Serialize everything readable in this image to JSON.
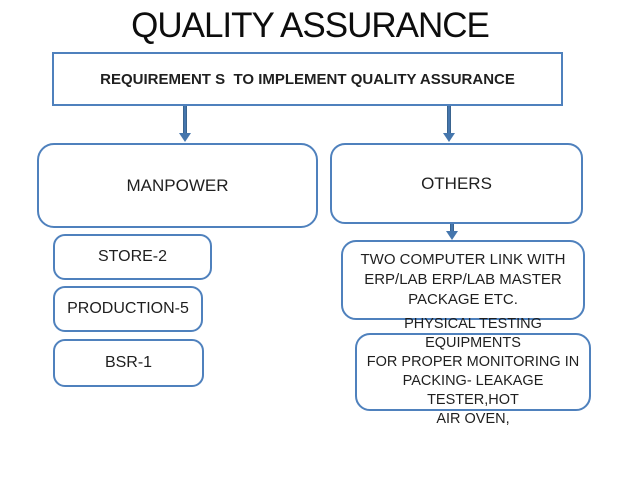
{
  "colors": {
    "accent_border": "#4f81bd",
    "connector": "#4576ad",
    "text": "#1f1f1f",
    "background": "#ffffff"
  },
  "title": "QUALITY ASSURANCE",
  "root_box": {
    "label": "REQUIREMENT S  TO IMPLEMENT QUALITY ASSURANCE"
  },
  "branch_left": {
    "label": "MANPOWER",
    "items": [
      {
        "label": "STORE-2"
      },
      {
        "label": "PRODUCTION-5"
      },
      {
        "label": "BSR-1"
      }
    ]
  },
  "branch_right": {
    "label": "OTHERS",
    "items": [
      {
        "label": "TWO COMPUTER LINK WITH\nERP/LAB ERP/LAB MASTER\nPACKAGE ETC."
      },
      {
        "label": "PHYSICAL TESTING EQUIPMENTS\nFOR PROPER MONITORING IN\nPACKING- LEAKAGE TESTER,HOT\nAIR OVEN,"
      }
    ]
  }
}
